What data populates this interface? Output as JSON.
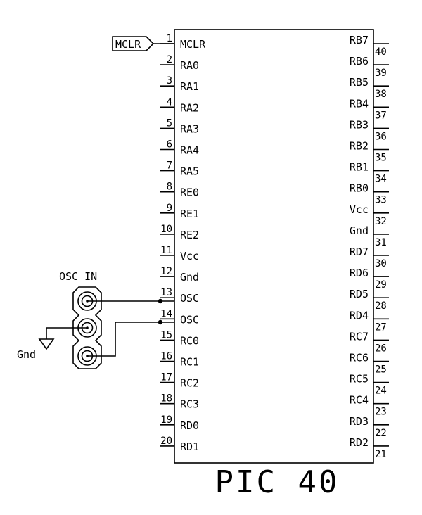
{
  "chip": {
    "title": "PIC 40",
    "left_pins": [
      {
        "num": "1",
        "name": "MCLR"
      },
      {
        "num": "2",
        "name": "RA0"
      },
      {
        "num": "3",
        "name": "RA1"
      },
      {
        "num": "4",
        "name": "RA2"
      },
      {
        "num": "5",
        "name": "RA3"
      },
      {
        "num": "6",
        "name": "RA4"
      },
      {
        "num": "7",
        "name": "RA5"
      },
      {
        "num": "8",
        "name": "RE0"
      },
      {
        "num": "9",
        "name": "RE1"
      },
      {
        "num": "10",
        "name": "RE2"
      },
      {
        "num": "11",
        "name": "Vcc"
      },
      {
        "num": "12",
        "name": "Gnd"
      },
      {
        "num": "13",
        "name": "OSC"
      },
      {
        "num": "14",
        "name": "OSC"
      },
      {
        "num": "15",
        "name": "RC0"
      },
      {
        "num": "16",
        "name": "RC1"
      },
      {
        "num": "17",
        "name": "RC2"
      },
      {
        "num": "18",
        "name": "RC3"
      },
      {
        "num": "19",
        "name": "RD0"
      },
      {
        "num": "20",
        "name": "RD1"
      }
    ],
    "right_pins": [
      {
        "num": "40",
        "name": "RB7"
      },
      {
        "num": "39",
        "name": "RB6"
      },
      {
        "num": "38",
        "name": "RB5"
      },
      {
        "num": "37",
        "name": "RB4"
      },
      {
        "num": "36",
        "name": "RB3"
      },
      {
        "num": "35",
        "name": "RB2"
      },
      {
        "num": "34",
        "name": "RB1"
      },
      {
        "num": "33",
        "name": "RB0"
      },
      {
        "num": "32",
        "name": "Vcc"
      },
      {
        "num": "31",
        "name": "Gnd"
      },
      {
        "num": "30",
        "name": "RD7"
      },
      {
        "num": "29",
        "name": "RD6"
      },
      {
        "num": "28",
        "name": "RD5"
      },
      {
        "num": "27",
        "name": "RD4"
      },
      {
        "num": "26",
        "name": "RC7"
      },
      {
        "num": "25",
        "name": "RC6"
      },
      {
        "num": "24",
        "name": "RC5"
      },
      {
        "num": "23",
        "name": "RC4"
      },
      {
        "num": "22",
        "name": "RD3"
      },
      {
        "num": "21",
        "name": "RD2"
      }
    ]
  },
  "mclr_port_label": "MCLR",
  "osc_header_label": "OSC IN",
  "gnd_label": "Gnd"
}
